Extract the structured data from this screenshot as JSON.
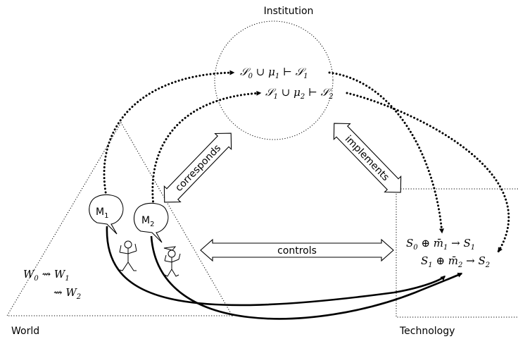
{
  "institution": {
    "label": "Institution",
    "rule1": {
      "lhs": "𝒮",
      "lhs_sub": "0",
      "op1": " ∪ ",
      "mu": "μ",
      "mu_sub": "1",
      "op2": " ⊢ ",
      "rhs": "𝒮",
      "rhs_sub": "1"
    },
    "rule2": {
      "lhs": "𝒮",
      "lhs_sub": "1",
      "op1": " ∪ ",
      "mu": "μ",
      "mu_sub": "2",
      "op2": " ⊢ ",
      "rhs": "𝒮",
      "rhs_sub": "2"
    }
  },
  "world": {
    "label": "World",
    "m1": {
      "text": "M",
      "sub": "1"
    },
    "m2": {
      "text": "M",
      "sub": "2"
    },
    "eq1": {
      "w0": "W",
      "w0_sub": "0",
      "arrow": " ⇝ ",
      "w1": "W",
      "w1_sub": "1"
    },
    "eq2": {
      "arrow": "⇝ ",
      "w2": "W",
      "w2_sub": "2"
    }
  },
  "technology": {
    "label": "Technology",
    "eq1": {
      "s": "S",
      "s_sub": "0",
      "op": " ⊕ ",
      "m": "m̄",
      "m_sub": "1",
      "arrow": " → ",
      "r": "S",
      "r_sub": "1"
    },
    "eq2": {
      "s": "S",
      "s_sub": "1",
      "op": " ⊕ ",
      "m": "m̄",
      "m_sub": "2",
      "arrow": " → ",
      "r": "S",
      "r_sub": "2"
    }
  },
  "relations": {
    "corresponds": "corresponds",
    "implements": "implements",
    "controls": "controls"
  }
}
